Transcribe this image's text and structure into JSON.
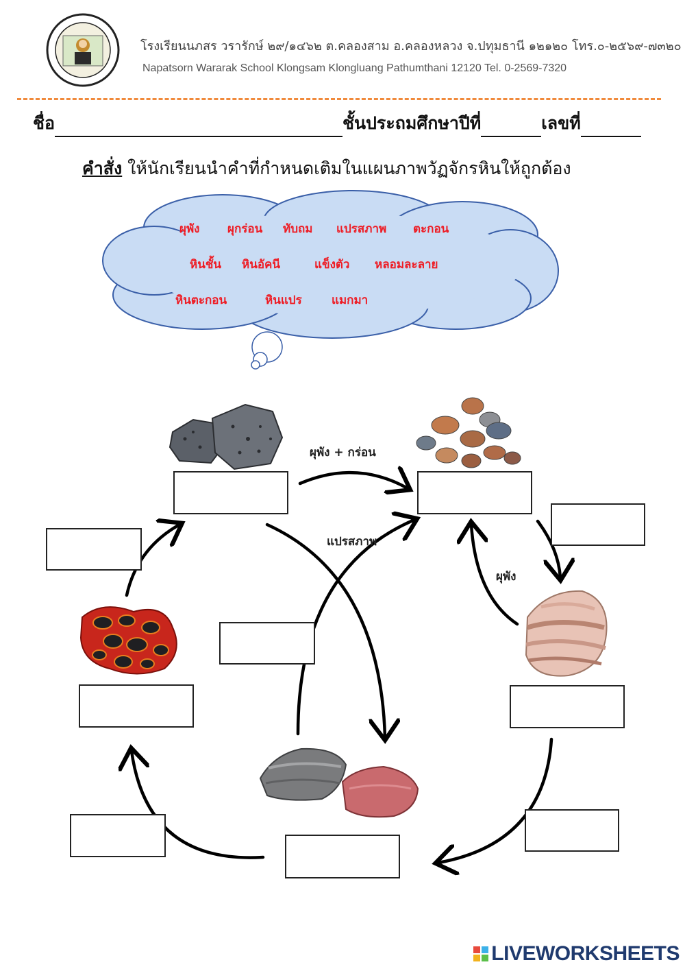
{
  "header": {
    "school_name_th": "โรงเรียนนภสร วรารักษ์ ๒๙/๑๔๖๒ ต.คลองสาม อ.คลองหลวง จ.ปทุมธานี ๑๒๑๒๐ โทร.๐-๒๕๖๙-๗๓๒๐",
    "school_name_en": "Napatsorn Wararak School Klongsam Klongluang Pathumthani 12120 Tel. 0-2569-7320"
  },
  "student_info": {
    "name_label": "ชื่อ",
    "grade_label": "ชั้นประถมศึกษาปีที่",
    "number_label": "เลขที่"
  },
  "instruction": {
    "label": "คำสั่ง",
    "text": " ให้นักเรียนนำคำที่กำหนดเติมในแผนภาพวัฏจักรหินให้ถูกต้อง"
  },
  "word_bank": [
    "ผุพัง",
    "ผุกร่อน",
    "ทับถม",
    "แปรสภาพ",
    "ตะกอน",
    "หินชั้น",
    "หินอัคนี",
    "แข็งตัว",
    "หลอมละลาย",
    "หินตะกอน",
    "หินแปร",
    "แมกมา"
  ],
  "diagram": {
    "labels": {
      "top_arrow": "ผุพัง + กร่อน",
      "center_arrow": "แปรสภาพ",
      "right_arrow": "ผุพัง"
    },
    "answers": {
      "igneous_rock": "",
      "sediment": "",
      "solidify_arrow": "",
      "magma": "",
      "center_arrow": "",
      "sedimentary_rock": "",
      "right_top_arrow": "",
      "metamorphic_rock": "",
      "melt_arrow": "",
      "bottom_right_arrow": ""
    }
  },
  "branding": {
    "text": "LIVEWORKSHEETS",
    "color": "#1f3a6e"
  },
  "colors": {
    "word_bank": "#ee1c24",
    "dashed_rule": "#f08a3c",
    "cloud_fill": "#c9dcf4",
    "cloud_stroke": "#3a5fa8"
  }
}
